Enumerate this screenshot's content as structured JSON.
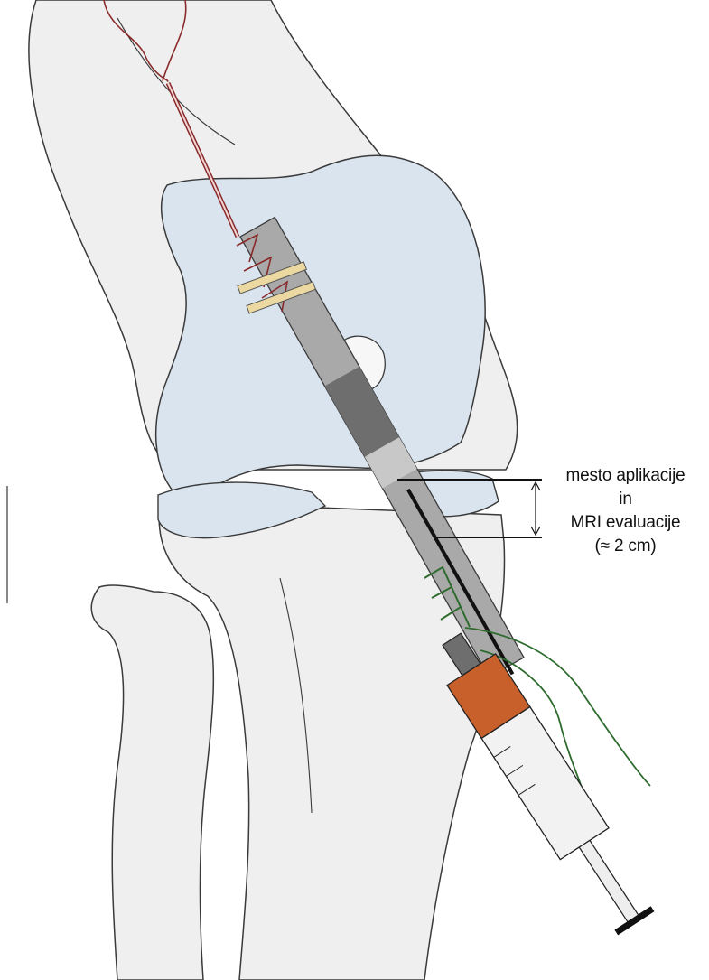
{
  "annotation": {
    "line1": "mesto aplikacije",
    "line2": "in",
    "line3": "MRI evaluacije",
    "line4": "(≈ 2 cm)"
  },
  "colors": {
    "bone_fill": "#efefef",
    "bone_outline": "#3a3a3a",
    "cartilage_fill": "#d9e4ef",
    "graft_gray": "#a9a9a9",
    "graft_dark": "#6e6e6e",
    "suture_red": "#8a2a2a",
    "suture_green": "#2e6b2e",
    "screw_tan": "#ecd9a2",
    "syringe_orange": "#c8602c",
    "syringe_barrel": "#f2f2f2"
  }
}
